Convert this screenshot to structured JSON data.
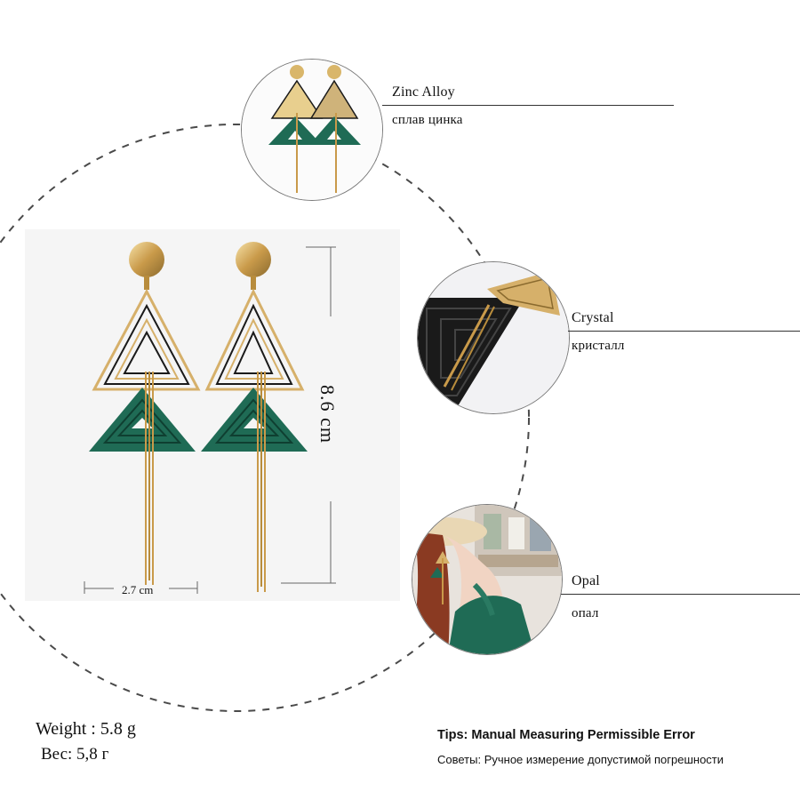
{
  "materials": [
    {
      "en": "Zinc Alloy",
      "ru": "сплав цинка"
    },
    {
      "en": "Crystal",
      "ru": "кристалл"
    },
    {
      "en": "Opal",
      "ru": "опал"
    }
  ],
  "dimensions": {
    "height": "8.6 cm",
    "width": "2.7 cm"
  },
  "weight": {
    "en": "Weight : 5.8 g",
    "ru": "Вес: 5,8 г"
  },
  "tips": {
    "en": "Tips: Manual Measuring Permissible Error",
    "ru": "Советы: Ручное измерение допустимой погрешности"
  },
  "colors": {
    "gold": "#d9b66a",
    "green": "#1f6b55",
    "black": "#1a1a1a",
    "line": "#333333",
    "dashed": "#4a4a4a"
  }
}
